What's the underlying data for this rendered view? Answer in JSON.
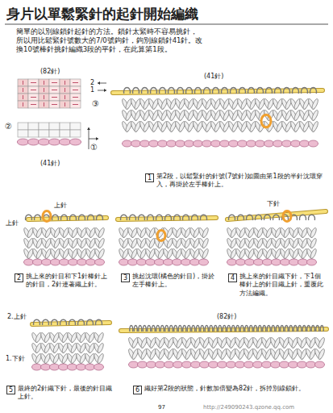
{
  "diagram": {
    "title": "身片以單鬆緊針的起針開始編織",
    "nodes": [
      {
        "text": [
          "1"
        ]
      },
      {
        "text": [
          "2"
        ]
      },
      {
        "text": [
          "3"
        ]
      },
      {
        "text": [
          "4"
        ]
      },
      {
        "text": [
          "5"
        ]
      },
      {
        "text": [
          "6"
        ]
      }
    ],
    "labels": [
      "簡單的以別線鎖針起針的方法。鎖針太緊時不容易挑針，所以用比鬆緊針號數大的7/0號鉤針，鉤別線鎖針41針。改換10號棒針挑針編織3段的平針，在此算第1段。",
      "(82針)",
      "(41針)",
      "2",
      "1",
      "②",
      "③",
      "①",
      "(41針)",
      "第2段，以鬆緊針的針號(7號針)如圖由第1段的半針沈環穿入，再掛於左手棒針上。",
      "上針",
      "上針",
      "挑上來的針目和下1針棒針上的針目，2針連著織上針。",
      "挑起沈環(橘色的針目)，掛於左手棒針上。",
      "下針",
      "挑上來的針目織下針，下1個棒針上的針目織上針，重覆此方法編織。",
      "2.上針",
      "1.下針",
      "最終的2針織下針，最後的針目織上針。",
      "(82針)",
      "織好第2段的狀態，針數加倍變為82針，拆掉別線鎖針。",
      "97",
      "http://249090243.qzone.qq.com"
    ]
  }
}
